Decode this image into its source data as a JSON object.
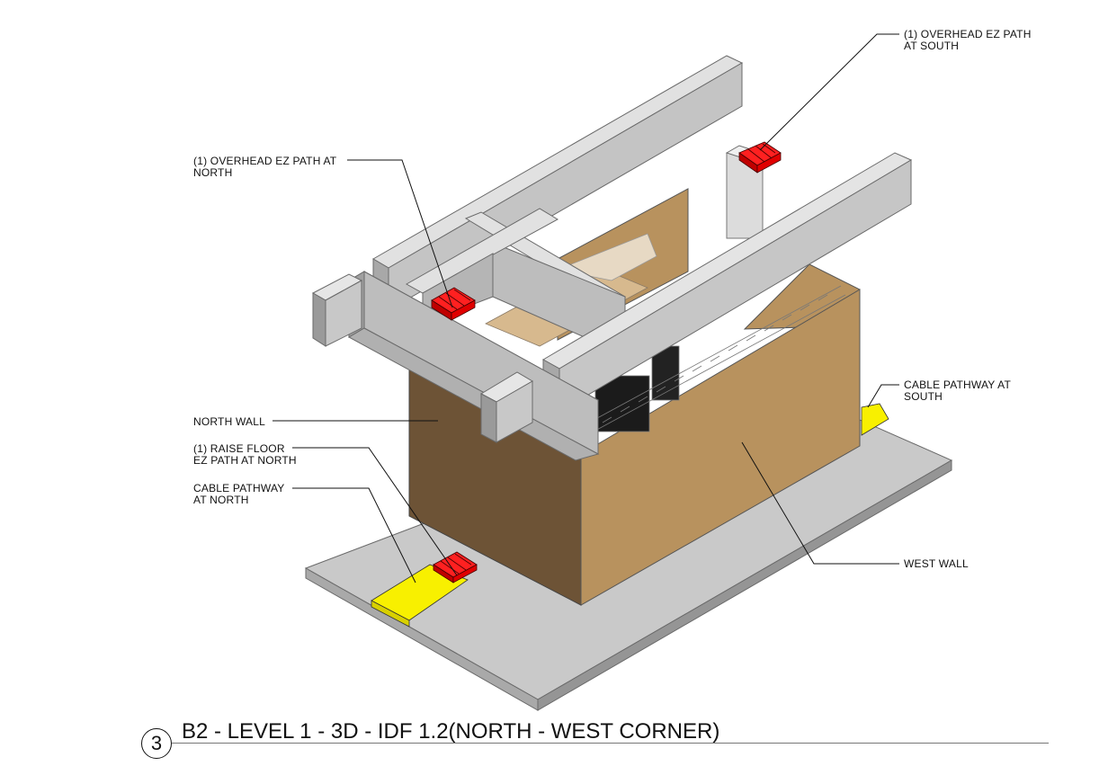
{
  "view_number": "3",
  "view_title": "B2 - LEVEL 1 - 3D - IDF 1.2(NORTH - WEST CORNER)",
  "labels": {
    "overhead_south": "(1) OVERHEAD EZ PATH\nAT SOUTH",
    "overhead_north": "(1) OVERHEAD EZ PATH AT\nNORTH",
    "cable_south": "CABLE PATHWAY AT\nSOUTH",
    "north_wall": "NORTH WALL",
    "raise_floor": "(1) RAISE FLOOR\nEZ PATH AT NORTH",
    "cable_north": "CABLE PATHWAY\nAT NORTH",
    "west_wall": "WEST WALL"
  },
  "colors": {
    "wall_dark": "#6d5336",
    "wall_light": "#b8925e",
    "beam": "#c9c9c9",
    "slab": "#c6c6c6",
    "ez_path": "#e00000",
    "cable_pathway": "#f8f000"
  }
}
